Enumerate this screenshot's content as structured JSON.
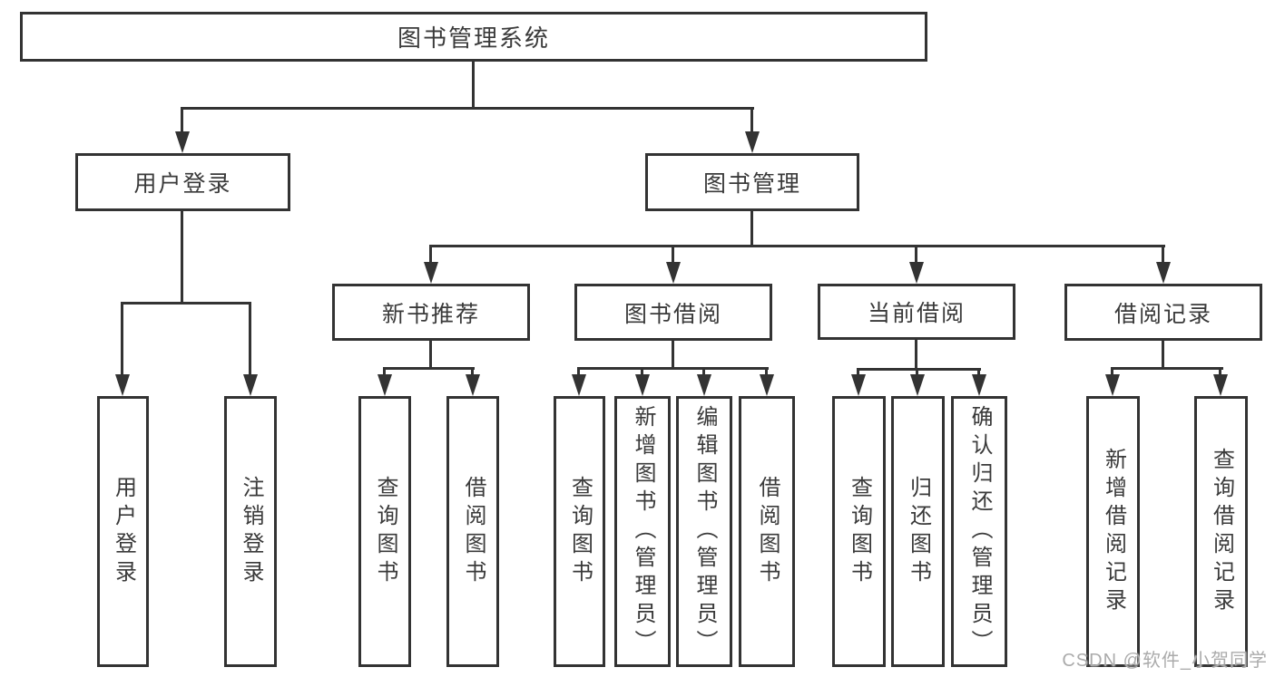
{
  "diagram": {
    "nodes": {
      "root": "图书管理系统",
      "user_login": "用户登录",
      "book_mgmt": "图书管理",
      "new_books": "新书推荐",
      "book_borrow": "图书借阅",
      "current_borrow": "当前借阅",
      "borrow_records": "借阅记录"
    },
    "leaves": {
      "user_login": [
        "用户登录",
        "注销登录"
      ],
      "new_books": [
        "查询图书",
        "借阅图书"
      ],
      "book_borrow": [
        "查询图书",
        "新增图书（管理员）",
        "编辑图书（管理员）",
        "借阅图书"
      ],
      "current_borrow": [
        "查询图书",
        "归还图书",
        "确认归还（管理员）"
      ],
      "borrow_records": [
        "新增借阅记录",
        "查询借阅记录"
      ]
    },
    "watermark": "CSDN @软件_小贺同学",
    "colors": {
      "line": "#333333",
      "text": "#3a3a3a",
      "watermark": "#ababab",
      "background": "#ffffff"
    }
  }
}
